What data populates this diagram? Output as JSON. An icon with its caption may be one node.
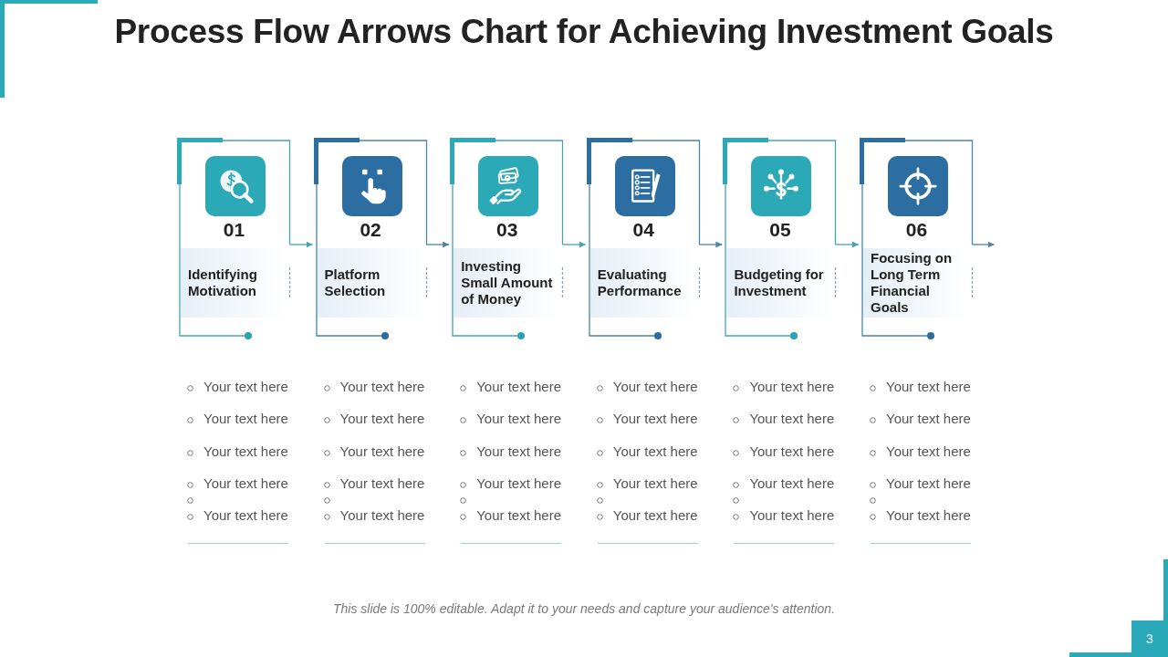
{
  "diagram": {
    "title": "Process Flow Arrows Chart for Achieving Investment Goals",
    "nodes": [
      {
        "text": [
          "01",
          "Identifying Motivation"
        ],
        "beside": [
          "Your text here",
          "Your text here",
          "Your text here",
          "Your text here",
          "Your text here"
        ]
      },
      {
        "text": [
          "02",
          "Platform Selection"
        ],
        "beside": [
          "Your text here",
          "Your text here",
          "Your text here",
          "Your text here",
          "Your text here"
        ]
      },
      {
        "text": [
          "03",
          "Investing Small Amount of Money"
        ],
        "beside": [
          "Your text here",
          "Your text here",
          "Your text here",
          "Your text here",
          "Your text here"
        ]
      },
      {
        "text": [
          "04",
          "Evaluating Performance"
        ],
        "beside": [
          "Your text here",
          "Your text here",
          "Your text here",
          "Your text here",
          "Your text here"
        ]
      },
      {
        "text": [
          "05",
          "Budgeting for Investment"
        ],
        "beside": [
          "Your text here",
          "Your text here",
          "Your text here",
          "Your text here",
          "Your text here"
        ]
      },
      {
        "text": [
          "06",
          "Focusing on Long Term Financial Goals"
        ],
        "beside": [
          "Your text here",
          "Your text here",
          "Your text here",
          "Your text here",
          "Your text here"
        ]
      }
    ],
    "edges": [
      {
        "from": 0,
        "to": 1,
        "arrow": "to"
      },
      {
        "from": 1,
        "to": 2,
        "arrow": "to"
      },
      {
        "from": 2,
        "to": 3,
        "arrow": "to"
      },
      {
        "from": 3,
        "to": 4,
        "arrow": "to"
      },
      {
        "from": 4,
        "to": 5,
        "arrow": "to"
      },
      {
        "from": 5,
        "to": null,
        "arrow": "to"
      }
    ],
    "labels": [
      "This slide is 100% editable. Adapt it to your needs and capture your audience's attention.",
      "3"
    ]
  }
}
